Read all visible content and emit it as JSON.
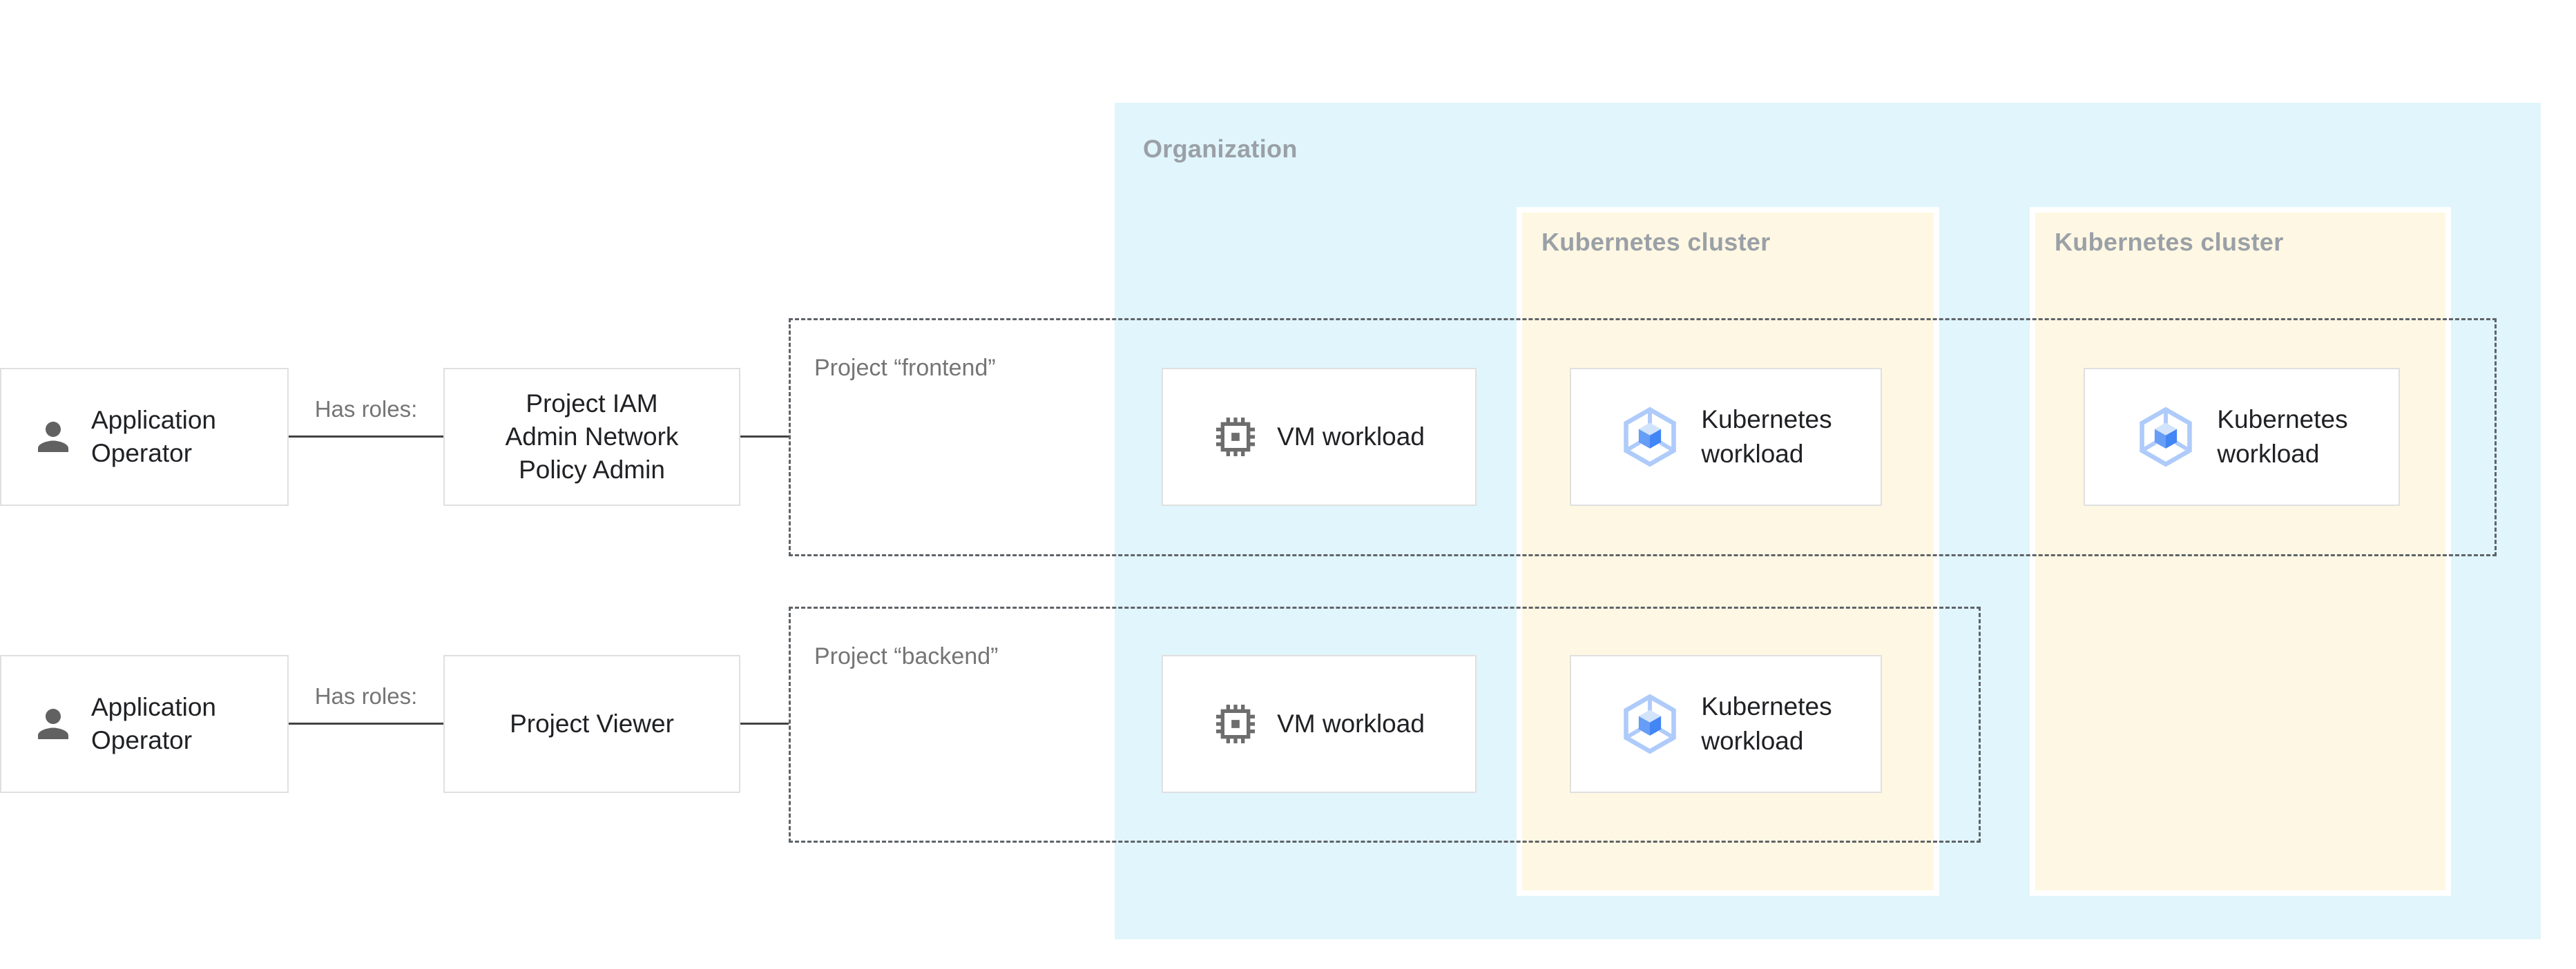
{
  "organization": {
    "label": "Organization"
  },
  "clusters": [
    {
      "label": "Kubernetes cluster"
    },
    {
      "label": "Kubernetes cluster"
    }
  ],
  "projects": [
    {
      "label": "Project “frontend”"
    },
    {
      "label": "Project “backend”"
    }
  ],
  "rows": [
    {
      "actor_lines": [
        "Application",
        "Operator"
      ],
      "edge_label": "Has roles:",
      "role_lines": [
        "Project IAM",
        "Admin Network",
        "Policy Admin"
      ]
    },
    {
      "actor_lines": [
        "Application",
        "Operator"
      ],
      "edge_label": "Has roles:",
      "role_lines": [
        "Project Viewer"
      ]
    }
  ],
  "workloads": {
    "vm_label": "VM workload",
    "k8s_lines": [
      "Kubernetes",
      "workload"
    ]
  },
  "icons": {
    "person": "person-icon",
    "vm": "vm-chip-icon",
    "k8s": "kubernetes-engine-icon"
  },
  "colors": {
    "organization_fill": "#E0F5FC",
    "cluster_fill": "#FEF7E3",
    "zone_label": "#9AA0A6",
    "project_label": "#757575",
    "edge_label": "#757575",
    "node_text": "#202124",
    "node_border": "#E0E0E0",
    "dashed_border": "#5F6368",
    "connector_line": "#424242",
    "icon_gray": "#616161",
    "gke_hex": "#AECBFA",
    "gke_cube_top": "#D2E3FC",
    "gke_cube_left": "#669DF6",
    "gke_cube_right": "#4285F4"
  }
}
